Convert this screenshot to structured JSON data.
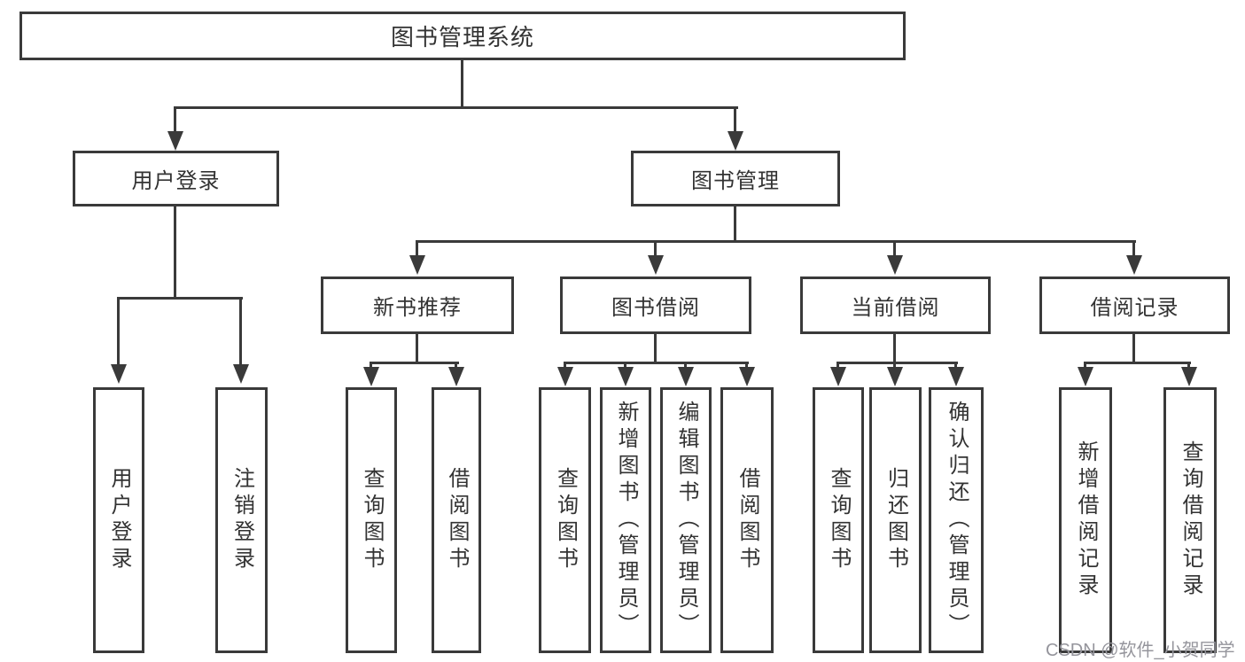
{
  "diagram": {
    "type": "hierarchy-tree",
    "colors": {
      "line": "#3a3a3a",
      "text": "#333333",
      "background": "#ffffff",
      "watermark": "#95959c"
    },
    "root": {
      "label": "图书管理系统"
    },
    "level2": [
      {
        "id": "user-login",
        "label": "用户登录"
      },
      {
        "id": "book-management",
        "label": "图书管理"
      }
    ],
    "level3": [
      {
        "id": "new-book-recommend",
        "label": "新书推荐",
        "parent": "book-management"
      },
      {
        "id": "book-borrow",
        "label": "图书借阅",
        "parent": "book-management"
      },
      {
        "id": "current-borrow",
        "label": "当前借阅",
        "parent": "book-management"
      },
      {
        "id": "borrow-record",
        "label": "借阅记录",
        "parent": "book-management"
      }
    ],
    "leaves": {
      "user_login": [
        {
          "label": "用户登录"
        },
        {
          "label": "注销登录"
        }
      ],
      "new_book": [
        {
          "label": "查询图书"
        },
        {
          "label": "借阅图书"
        }
      ],
      "book_borrow": [
        {
          "label": "查询图书"
        },
        {
          "label": "新增图书（管理员）"
        },
        {
          "label": "编辑图书（管理员）"
        },
        {
          "label": "借阅图书"
        }
      ],
      "current_borrow": [
        {
          "label": "查询图书"
        },
        {
          "label": "归还图书"
        },
        {
          "label": "确认归还（管理员）"
        }
      ],
      "borrow_record": [
        {
          "label": "新增借阅记录"
        },
        {
          "label": "查询借阅记录"
        }
      ]
    },
    "watermark": "CSDN @软件_小贺同学"
  }
}
